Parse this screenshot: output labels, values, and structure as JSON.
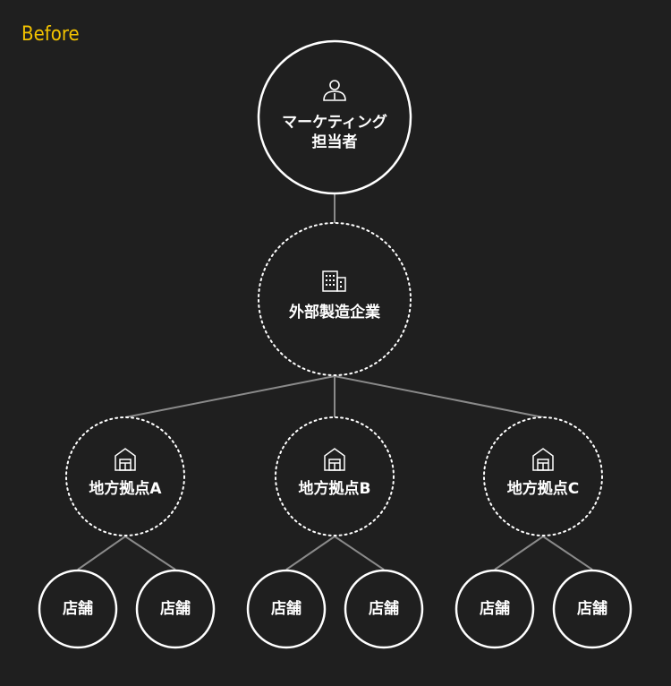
{
  "header_tag": "Before",
  "colors": {
    "background": "#1f1f1f",
    "accent": "#f2c200",
    "stroke": "#ffffff",
    "edge": "#8a8a8a"
  },
  "nodes": {
    "marketer": {
      "line1": "マーケティング",
      "line2": "担当者",
      "icon": "person-icon"
    },
    "manufacturer": {
      "label": "外部製造企業",
      "icon": "building-icon"
    },
    "bases": [
      {
        "label": "地方拠点A",
        "icon": "warehouse-icon"
      },
      {
        "label": "地方拠点B",
        "icon": "warehouse-icon"
      },
      {
        "label": "地方拠点C",
        "icon": "warehouse-icon"
      }
    ],
    "stores": [
      {
        "label": "店舗"
      },
      {
        "label": "店舗"
      },
      {
        "label": "店舗"
      },
      {
        "label": "店舗"
      },
      {
        "label": "店舗"
      },
      {
        "label": "店舗"
      }
    ]
  }
}
